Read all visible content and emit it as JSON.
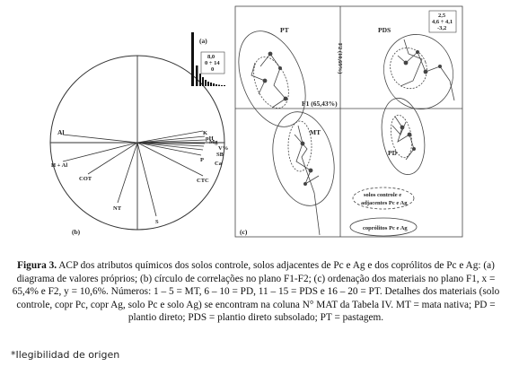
{
  "figure": {
    "panel_a": {
      "letter": "(a)",
      "inset_values": [
        "8,0",
        "0 ÷ 14",
        "0"
      ]
    },
    "panel_b": {
      "letter": "(b)",
      "variables": [
        "Al",
        "K",
        "pH",
        "Mg",
        "Ca",
        "V%",
        "SB",
        "P",
        "H + Al",
        "COT",
        "CTC",
        "NT",
        "S"
      ]
    },
    "panel_c": {
      "letter": "(c)",
      "axis_f1": "F1 (65,43%)",
      "axis_f2": "F2 (10,69%)",
      "groups": [
        "PT",
        "PDS",
        "MT",
        "PD"
      ],
      "inset_values": [
        "2,5",
        "4,6 ÷ 4,1",
        "-3,2"
      ],
      "legend": [
        "solos controle e",
        "adjacentes Pc e Ag",
        "coprólitos Pc e Ag"
      ]
    }
  },
  "caption": {
    "label": "Figura 3.",
    "text": " ACP dos atributos químicos dos solos controle, solos adjacentes de Pc e Ag e dos coprólitos de Pc e Ag: (a) diagrama de valores próprios; (b) círculo de correlações no plano F1-F2; (c) ordenação dos materiais no plano F1, x = 65,4% e F2, y = 10,6%. Números: 1 – 5 = MT, 6 – 10 = PD, 11 – 15 = PDS e 16 – 20 = PT. Detalhes dos materiais (solo controle, copr Pc, copr Ag, solo Pc e solo Ag) se encontram na coluna N° MAT da Tabela IV. MT = mata nativa; PD = plantio direto; PDS = plantio direto subsolado; PT = pastagem."
  },
  "footnote": "*Ilegibilidad de origen"
}
